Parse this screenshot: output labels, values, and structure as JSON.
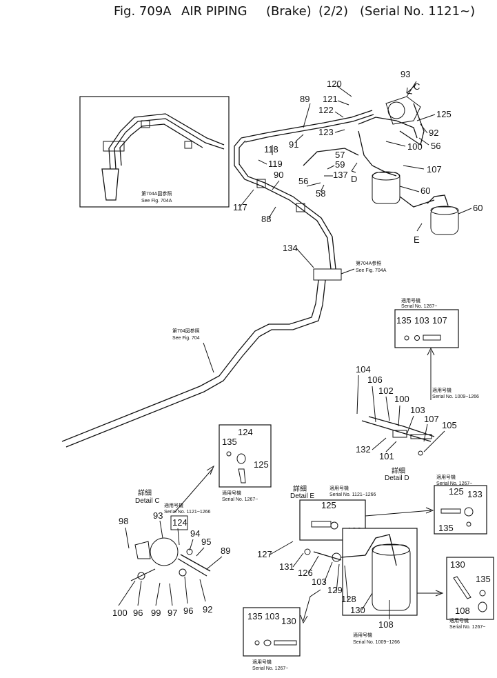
{
  "title": {
    "fig": "Fig. 709A",
    "name": "AIR PIPING",
    "sub": "(Brake)",
    "sheet": "(2/2)",
    "serial": "(Serial No. 1121~)"
  },
  "refs": {
    "inset_jp": "第704A図参照",
    "inset_en": "See Fig. 704A",
    "mid_jp": "第704A参照",
    "mid_en": "See Fig. 704A",
    "low_jp": "第704図参照",
    "low_en": "See Fig. 704"
  },
  "details": {
    "c_jp": "詳細",
    "c": "Detail C",
    "d_jp": "詳細",
    "d": "Detail D",
    "e_jp": "詳細",
    "e": "Detail E"
  },
  "serial_notes": {
    "jp": "適用号機",
    "s1267": "Serial No. 1267~",
    "s1121_1266": "Serial No. 1121~1266",
    "s1009_1266": "Serial No. 1009~1266"
  },
  "view_letters": {
    "c": "C",
    "d": "D",
    "e": "E"
  },
  "callouts": {
    "n120": "120",
    "n121": "121",
    "n122": "122",
    "n89": "89",
    "n93": "93",
    "n125": "125",
    "n92": "92",
    "n56a": "56",
    "n123": "123",
    "n91": "91",
    "n100": "100",
    "n118": "118",
    "n57": "57",
    "n59": "59",
    "n137": "137",
    "n107": "107",
    "n119": "119",
    "n90": "90",
    "n56b": "56",
    "n58": "58",
    "n60a": "60",
    "n60b": "60",
    "n117": "117",
    "n88": "88",
    "n134": "134",
    "d135": "135",
    "d103": "103",
    "d107": "107",
    "d104": "104",
    "d106": "106",
    "d102": "102",
    "d100": "100",
    "d103b": "103",
    "d107b": "107",
    "d105": "105",
    "d132": "132",
    "d101": "101",
    "c135": "135",
    "c124": "124",
    "c125": "125",
    "c98": "98",
    "c93": "93",
    "c124b": "124",
    "c94": "94",
    "c95": "95",
    "c89": "89",
    "c100": "100",
    "c96a": "96",
    "c99": "99",
    "c97": "97",
    "c96b": "96",
    "c92": "92",
    "e125": "125",
    "e133": "133",
    "e127": "127",
    "e131": "131",
    "e126": "126",
    "e129": "129",
    "e103": "103",
    "e128": "128",
    "e130": "130",
    "e108": "108",
    "r125": "125",
    "r133": "133",
    "r135": "135",
    "r130": "130",
    "r135b": "135",
    "r108": "108",
    "b135": "135",
    "b103": "103",
    "b130": "130"
  }
}
